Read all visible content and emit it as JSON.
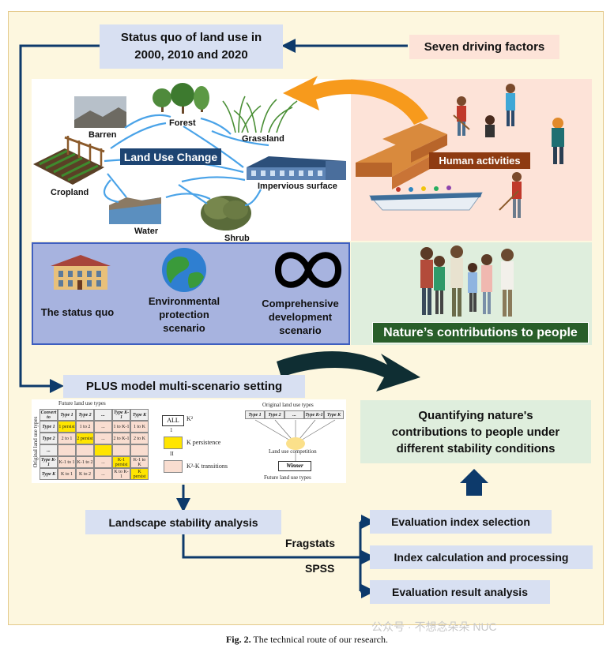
{
  "boxes": {
    "status_quo": "Status quo of land use in\n2000, 2010 and 2020",
    "driving_factors": "Seven driving factors",
    "human_activities": "Human activities",
    "ncp_banner": "Nature’s contributions to people",
    "plus_model": "PLUS model multi-scenario setting",
    "landscape": "Landscape stability analysis",
    "quantifying": "Quantifying nature's\ncontributions to people under\ndifferent stability conditions",
    "eval_selection": "Evaluation index selection",
    "index_calc": "Index calculation and processing",
    "eval_result": "Evaluation result analysis"
  },
  "land_use": {
    "title": "Land Use Change",
    "types": [
      "Barren",
      "Forest",
      "Grassland",
      "Cropland",
      "Impervious surface",
      "Water",
      "Shrub"
    ]
  },
  "scenarios": [
    "The status quo",
    "Environmental\nprotection\nscenario",
    "Comprehensive\ndevelopment\nscenario"
  ],
  "tools": {
    "fragstats": "Fragstats",
    "spss": "SPSS"
  },
  "matrix": {
    "top_label": "Future land use types",
    "side_label": "Original land use types",
    "headers": [
      "Convert to",
      "Type 1",
      "Type 2",
      "...",
      "Type K-1",
      "Type K"
    ],
    "rows": [
      [
        "Type 1",
        "1 persist",
        "1 to 2",
        "...",
        "1 to K-1",
        "1 to K"
      ],
      [
        "Type 2",
        "2 to 1",
        "2 persist",
        "...",
        "2 to K-1",
        "2 to K"
      ],
      [
        "...",
        "",
        "",
        "",
        "",
        ""
      ],
      [
        "Type K-1",
        "K-1 to 1",
        "K-1 to 2",
        "...",
        "K-1 persist",
        "K-1 to K"
      ],
      [
        "Type K",
        "K to 1",
        "K to 2",
        "...",
        "K to K-1",
        "K persist"
      ]
    ]
  },
  "legend": {
    "all": "ALL",
    "k2": "K²",
    "persistence": "K persistence",
    "transitions": "K²-K transitions",
    "one": "1",
    "eq": "II"
  },
  "competition": {
    "top_label": "Original land use types",
    "types": [
      "Type 1",
      "Type 2",
      "...",
      "Type K-1",
      "Type K"
    ],
    "middle": "Land use competition",
    "winner": "Winner",
    "bottom_label": "Future land use types"
  },
  "watermark": "公众号 · 不想念朵朵 NUC",
  "caption": {
    "fig": "Fig. 2.",
    "text": " The technical route of our research."
  },
  "colors": {
    "dark_blue": "#0d3a6b",
    "orange": "#f79a1c",
    "box_blue": "#d8e0f2",
    "pink": "#fde3d8",
    "green": "#dfeedd"
  }
}
